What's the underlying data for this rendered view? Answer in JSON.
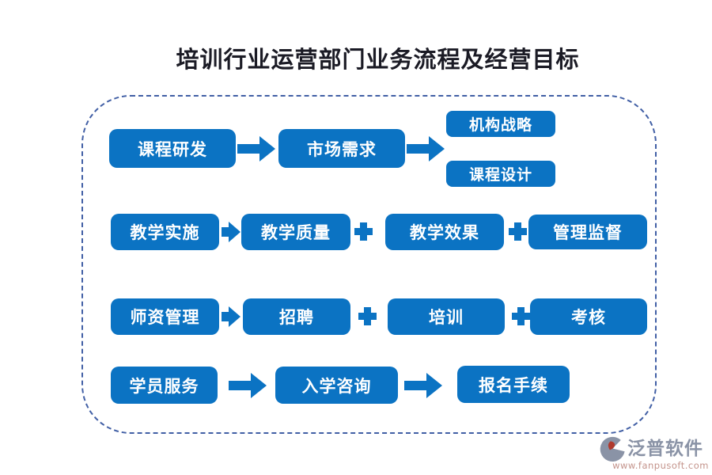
{
  "page_title": "培训行业运营部门业务流程及经营目标",
  "colors": {
    "box_blue": "#0b73c3",
    "dashed_border_blue": "#415fa5",
    "box_text_white": "#ffffff",
    "title_text": "#1b1b25",
    "brand_gray": "#8a93a6",
    "brand_red_accent": "#b03a2e",
    "brand_url_rose": "#c4948c",
    "background": "#ffffff"
  },
  "flow": {
    "row1": {
      "box1": "课程研发",
      "box2": "市场需求",
      "box3": "机构战略",
      "box4": "课程设计"
    },
    "row2": {
      "box1": "教学实施",
      "box2": "教学质量",
      "box3": "教学效果",
      "box4": "管理监督"
    },
    "row3": {
      "box1": "师资管理",
      "box2": "招聘",
      "box3": "培训",
      "box4": "考核"
    },
    "row4": {
      "box1": "学员服务",
      "box2": "入学咨询",
      "box3": "报名手续"
    }
  },
  "connectors": {
    "arrow": "arrow-right",
    "plus": "plus"
  },
  "watermark": {
    "brand": "泛普软件",
    "url": "www.fanpusoft.com"
  }
}
